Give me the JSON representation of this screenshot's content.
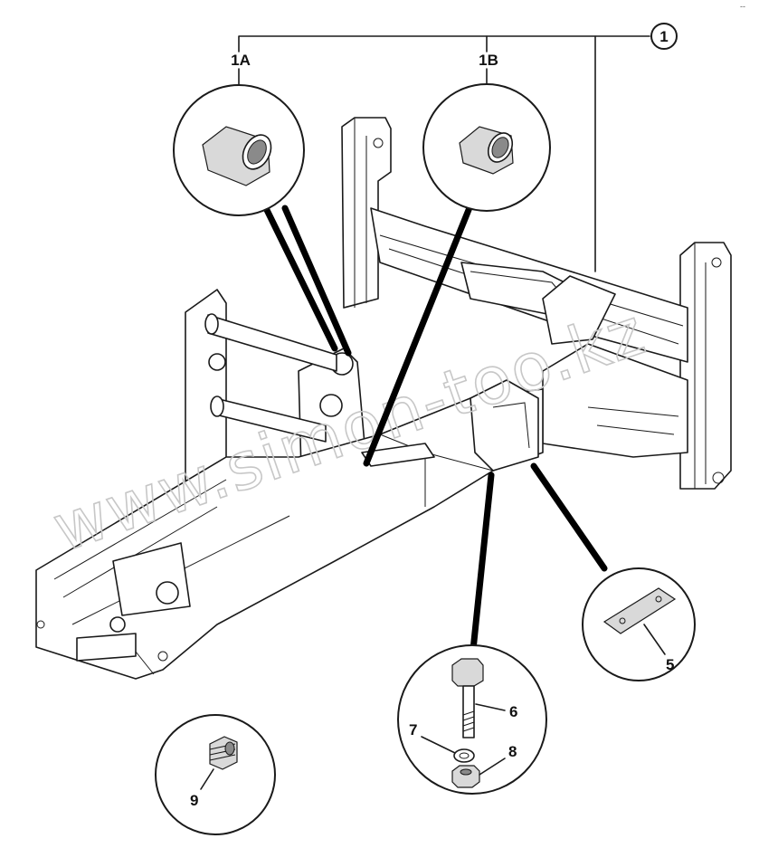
{
  "figure": {
    "callouts": {
      "assembly": "1",
      "bush_a": "1A",
      "bush_b": "1B",
      "plate": "5",
      "bolt": "6",
      "washer": "7",
      "nut": "8",
      "plug": "9"
    },
    "watermark": "www.simon-too.kz",
    "corner_mark": "--"
  }
}
